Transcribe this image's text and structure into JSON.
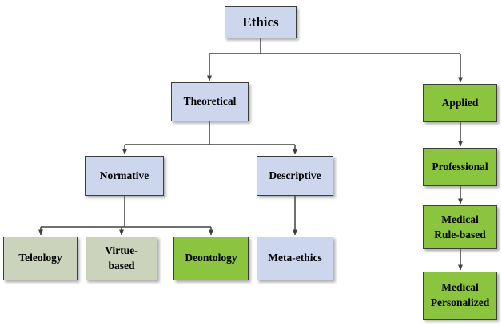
{
  "nodes": {
    "ethics": {
      "label": "Ethics"
    },
    "theoretical": {
      "label": "Theoretical"
    },
    "applied": {
      "label": "Applied"
    },
    "normative": {
      "label": "Normative"
    },
    "descriptive": {
      "label": "Descriptive"
    },
    "teleology": {
      "label": "Teleology"
    },
    "virtue_based": {
      "label": "Virtue-\nbased"
    },
    "deontology": {
      "label": "Deontology"
    },
    "meta_ethics": {
      "label": "Meta-ethics"
    },
    "professional": {
      "label": "Professional"
    },
    "medical_rule_based": {
      "label": "Medical\nRule-based"
    },
    "medical_personalized": {
      "label": "Medical\nPersonalized"
    }
  },
  "hierarchy": [
    {
      "from": "Ethics",
      "to": "Theoretical"
    },
    {
      "from": "Ethics",
      "to": "Applied"
    },
    {
      "from": "Theoretical",
      "to": "Normative"
    },
    {
      "from": "Theoretical",
      "to": "Descriptive"
    },
    {
      "from": "Normative",
      "to": "Teleology"
    },
    {
      "from": "Normative",
      "to": "Virtue-based"
    },
    {
      "from": "Normative",
      "to": "Deontology"
    },
    {
      "from": "Descriptive",
      "to": "Meta-ethics"
    },
    {
      "from": "Applied",
      "to": "Professional"
    },
    {
      "from": "Professional",
      "to": "Medical Rule-based"
    },
    {
      "from": "Medical Rule-based",
      "to": "Medical Personalized"
    }
  ],
  "colors": {
    "blue_node": "#ccd6ec",
    "green_node": "#8bc53f",
    "sage_node": "#ccd3bd",
    "connector": "#404040"
  }
}
